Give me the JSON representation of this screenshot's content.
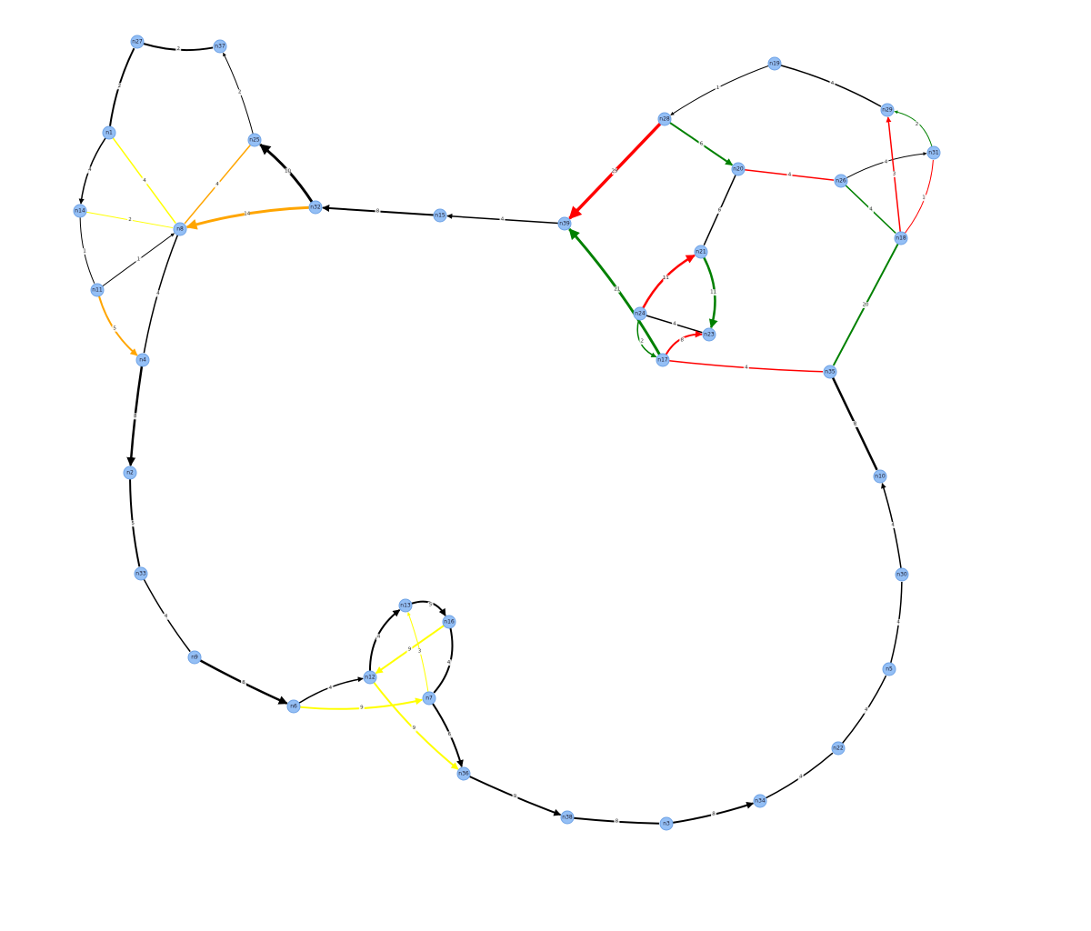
{
  "colors": {
    "black": "#000000",
    "yellow": "#ffff00",
    "orange": "#ffa500",
    "red": "#ff0000",
    "green": "#008000",
    "node_fill": "#94bff5"
  },
  "nodes": [
    {
      "id": "n27"
    },
    {
      "id": "n37"
    },
    {
      "id": "n1"
    },
    {
      "id": "n25"
    },
    {
      "id": "n14"
    },
    {
      "id": "n8"
    },
    {
      "id": "n32"
    },
    {
      "id": "n11"
    },
    {
      "id": "n4"
    },
    {
      "id": "n2"
    },
    {
      "id": "n33"
    },
    {
      "id": "n9"
    },
    {
      "id": "n6"
    },
    {
      "id": "n12"
    },
    {
      "id": "n13"
    },
    {
      "id": "n16"
    },
    {
      "id": "n7"
    },
    {
      "id": "n36"
    },
    {
      "id": "n38"
    },
    {
      "id": "n3"
    },
    {
      "id": "n34"
    },
    {
      "id": "n22"
    },
    {
      "id": "n5"
    },
    {
      "id": "n30"
    },
    {
      "id": "n10"
    },
    {
      "id": "n35"
    },
    {
      "id": "n15"
    },
    {
      "id": "n39"
    },
    {
      "id": "n19"
    },
    {
      "id": "n28"
    },
    {
      "id": "n29"
    },
    {
      "id": "n31"
    },
    {
      "id": "n20"
    },
    {
      "id": "n26"
    },
    {
      "id": "n18"
    },
    {
      "id": "n21"
    },
    {
      "id": "n24"
    },
    {
      "id": "n23"
    },
    {
      "id": "n17"
    }
  ],
  "edges": [
    {
      "from": "n27",
      "to": "n37",
      "label": "2",
      "color": "black",
      "weight": 2,
      "arrow": false
    },
    {
      "from": "n1",
      "to": "n27",
      "label": "2",
      "color": "black",
      "weight": 2,
      "arrow": false
    },
    {
      "from": "n25",
      "to": "n37",
      "label": "2",
      "color": "black",
      "weight": 1,
      "arrow": true
    },
    {
      "from": "n1",
      "to": "n14",
      "label": "4",
      "color": "black",
      "weight": 1.5,
      "arrow": true
    },
    {
      "from": "n1",
      "to": "n8",
      "label": "4",
      "color": "yellow",
      "weight": 1.5,
      "arrow": false
    },
    {
      "from": "n14",
      "to": "n8",
      "label": "2",
      "color": "yellow",
      "weight": 1,
      "arrow": false
    },
    {
      "from": "n25",
      "to": "n8",
      "label": "4",
      "color": "orange",
      "weight": 1.5,
      "arrow": false
    },
    {
      "from": "n32",
      "to": "n25",
      "label": "10",
      "color": "black",
      "weight": 3,
      "arrow": true
    },
    {
      "from": "n32",
      "to": "n8",
      "label": "14",
      "color": "orange",
      "weight": 3,
      "arrow": true
    },
    {
      "from": "n14",
      "to": "n11",
      "label": "1",
      "color": "black",
      "weight": 1,
      "arrow": false
    },
    {
      "from": "n11",
      "to": "n8",
      "label": "1",
      "color": "black",
      "weight": 1,
      "arrow": true
    },
    {
      "from": "n11",
      "to": "n4",
      "label": "5",
      "color": "orange",
      "weight": 2,
      "arrow": true
    },
    {
      "from": "n8",
      "to": "n4",
      "label": "4",
      "color": "black",
      "weight": 1.5,
      "arrow": false
    },
    {
      "from": "n4",
      "to": "n2",
      "label": "8",
      "color": "black",
      "weight": 2.5,
      "arrow": true
    },
    {
      "from": "n2",
      "to": "n33",
      "label": "5",
      "color": "black",
      "weight": 2,
      "arrow": false
    },
    {
      "from": "n33",
      "to": "n9",
      "label": "4",
      "color": "black",
      "weight": 1.5,
      "arrow": false
    },
    {
      "from": "n9",
      "to": "n6",
      "label": "8",
      "color": "black",
      "weight": 2.5,
      "arrow": true
    },
    {
      "from": "n6",
      "to": "n12",
      "label": "4",
      "color": "black",
      "weight": 1.5,
      "arrow": true
    },
    {
      "from": "n6",
      "to": "n7",
      "label": "9",
      "color": "yellow",
      "weight": 2,
      "arrow": true
    },
    {
      "from": "n12",
      "to": "n13",
      "label": "4",
      "color": "black",
      "weight": 2,
      "arrow": true
    },
    {
      "from": "n13",
      "to": "n16",
      "label": "5",
      "color": "black",
      "weight": 2,
      "arrow": true
    },
    {
      "from": "n16",
      "to": "n12",
      "label": "9",
      "color": "yellow",
      "weight": 2,
      "arrow": true
    },
    {
      "from": "n16",
      "to": "n7",
      "label": "4",
      "color": "black",
      "weight": 2,
      "arrow": false
    },
    {
      "from": "n7",
      "to": "n13",
      "label": "3",
      "color": "yellow",
      "weight": 1,
      "arrow": true
    },
    {
      "from": "n12",
      "to": "n36",
      "label": "9",
      "color": "yellow",
      "weight": 2,
      "arrow": true
    },
    {
      "from": "n7",
      "to": "n36",
      "label": "6",
      "color": "black",
      "weight": 2,
      "arrow": true
    },
    {
      "from": "n36",
      "to": "n38",
      "label": "9",
      "color": "black",
      "weight": 2,
      "arrow": true
    },
    {
      "from": "n38",
      "to": "n3",
      "label": "8",
      "color": "black",
      "weight": 2,
      "arrow": false
    },
    {
      "from": "n3",
      "to": "n34",
      "label": "8",
      "color": "black",
      "weight": 2,
      "arrow": true
    },
    {
      "from": "n34",
      "to": "n22",
      "label": "4",
      "color": "black",
      "weight": 1.5,
      "arrow": false
    },
    {
      "from": "n22",
      "to": "n5",
      "label": "4",
      "color": "black",
      "weight": 1.5,
      "arrow": false
    },
    {
      "from": "n5",
      "to": "n30",
      "label": "4",
      "color": "black",
      "weight": 1.5,
      "arrow": false
    },
    {
      "from": "n30",
      "to": "n10",
      "label": "4",
      "color": "black",
      "weight": 1.5,
      "arrow": true
    },
    {
      "from": "n35",
      "to": "n10",
      "label": "8",
      "color": "black",
      "weight": 2.5,
      "arrow": false
    },
    {
      "from": "n17",
      "to": "n35",
      "label": "4",
      "color": "red",
      "weight": 1.5,
      "arrow": false
    },
    {
      "from": "n18",
      "to": "n35",
      "label": "20",
      "color": "green",
      "weight": 2,
      "arrow": false
    },
    {
      "from": "n15",
      "to": "n32",
      "label": "8",
      "color": "black",
      "weight": 2,
      "arrow": true
    },
    {
      "from": "n39",
      "to": "n15",
      "label": "4",
      "color": "black",
      "weight": 1.5,
      "arrow": true
    },
    {
      "from": "n17",
      "to": "n39",
      "label": "21",
      "color": "green",
      "weight": 3,
      "arrow": true
    },
    {
      "from": "n28",
      "to": "n39",
      "label": "29",
      "color": "red",
      "weight": 3.5,
      "arrow": true
    },
    {
      "from": "n19",
      "to": "n28",
      "label": "1",
      "color": "black",
      "weight": 1,
      "arrow": true
    },
    {
      "from": "n19",
      "to": "n29",
      "label": "4",
      "color": "black",
      "weight": 1.5,
      "arrow": false
    },
    {
      "from": "n28",
      "to": "n20",
      "label": "6",
      "color": "green",
      "weight": 2,
      "arrow": true
    },
    {
      "from": "n20",
      "to": "n26",
      "label": "4",
      "color": "red",
      "weight": 1.5,
      "arrow": false
    },
    {
      "from": "n26",
      "to": "n31",
      "label": "4",
      "color": "black",
      "weight": 1,
      "arrow": true
    },
    {
      "from": "n31",
      "to": "n29",
      "label": "2",
      "color": "green",
      "weight": 1,
      "arrow": true
    },
    {
      "from": "n18",
      "to": "n29",
      "label": "3",
      "color": "red",
      "weight": 1.5,
      "arrow": true
    },
    {
      "from": "n18",
      "to": "n31",
      "label": "1",
      "color": "red",
      "weight": 1,
      "arrow": false
    },
    {
      "from": "n26",
      "to": "n18",
      "label": "4",
      "color": "green",
      "weight": 1.5,
      "arrow": false
    },
    {
      "from": "n20",
      "to": "n21",
      "label": "6",
      "color": "black",
      "weight": 1.5,
      "arrow": false
    },
    {
      "from": "n21",
      "to": "n23",
      "label": "11",
      "color": "green",
      "weight": 2.5,
      "arrow": true
    },
    {
      "from": "n24",
      "to": "n21",
      "label": "11",
      "color": "red",
      "weight": 2.5,
      "arrow": true
    },
    {
      "from": "n24",
      "to": "n23",
      "label": "4",
      "color": "black",
      "weight": 1.5,
      "arrow": false
    },
    {
      "from": "n24",
      "to": "n17",
      "label": "2",
      "color": "green",
      "weight": 1.5,
      "arrow": true
    },
    {
      "from": "n17",
      "to": "n23",
      "label": "8",
      "color": "red",
      "weight": 2,
      "arrow": true
    }
  ]
}
